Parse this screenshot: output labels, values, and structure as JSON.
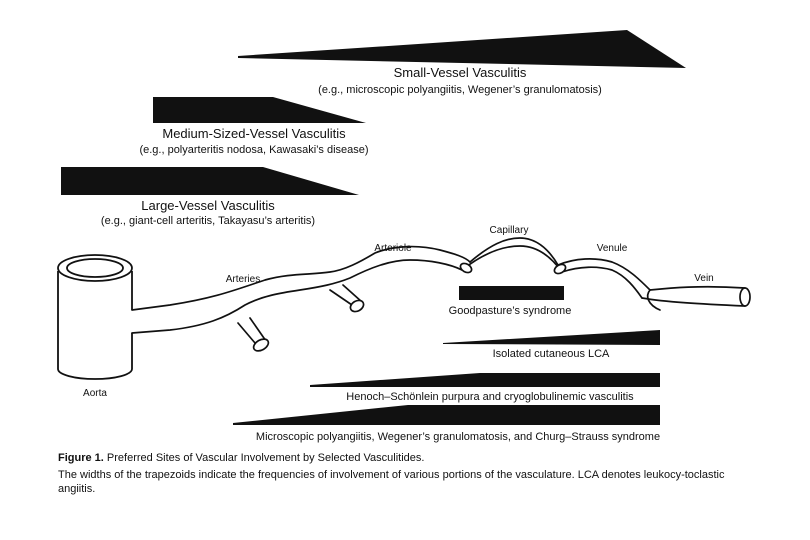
{
  "small_vessel": {
    "title": "Small-Vessel Vasculitis",
    "examples": "(e.g., microscopic polyangiitis, Wegener’s granulomatosis)"
  },
  "medium_vessel": {
    "title": "Medium-Sized-Vessel Vasculitis",
    "examples": "(e.g., polyarteritis nodosa, Kawasaki’s disease)"
  },
  "large_vessel": {
    "title": "Large-Vessel Vasculitis",
    "examples": "(e.g., giant-cell arteritis, Takayasu’s arteritis)"
  },
  "vessels": {
    "aorta": "Aorta",
    "arteries": "Arteries",
    "arteriole": "Arteriole",
    "capillary": "Capillary",
    "venule": "Venule",
    "vein": "Vein"
  },
  "syndromes": {
    "goodpasture": "Goodpasture’s syndrome",
    "cutaneous": "Isolated cutaneous LCA",
    "henoch": "Henoch–Schönlein purpura and cryoglobulinemic vasculitis",
    "microscopic": "Microscopic polyangiitis, Wegener’s granulomatosis, and Churg–Strauss syndrome"
  },
  "caption": {
    "figure_label": "Figure 1.",
    "title": "Preferred Sites of Vascular Involvement by Selected Vasculitides.",
    "body": "The widths of the trapezoids indicate the frequencies of involvement of various portions of the vasculature. LCA denotes leukocy-toclastic angiitis."
  }
}
